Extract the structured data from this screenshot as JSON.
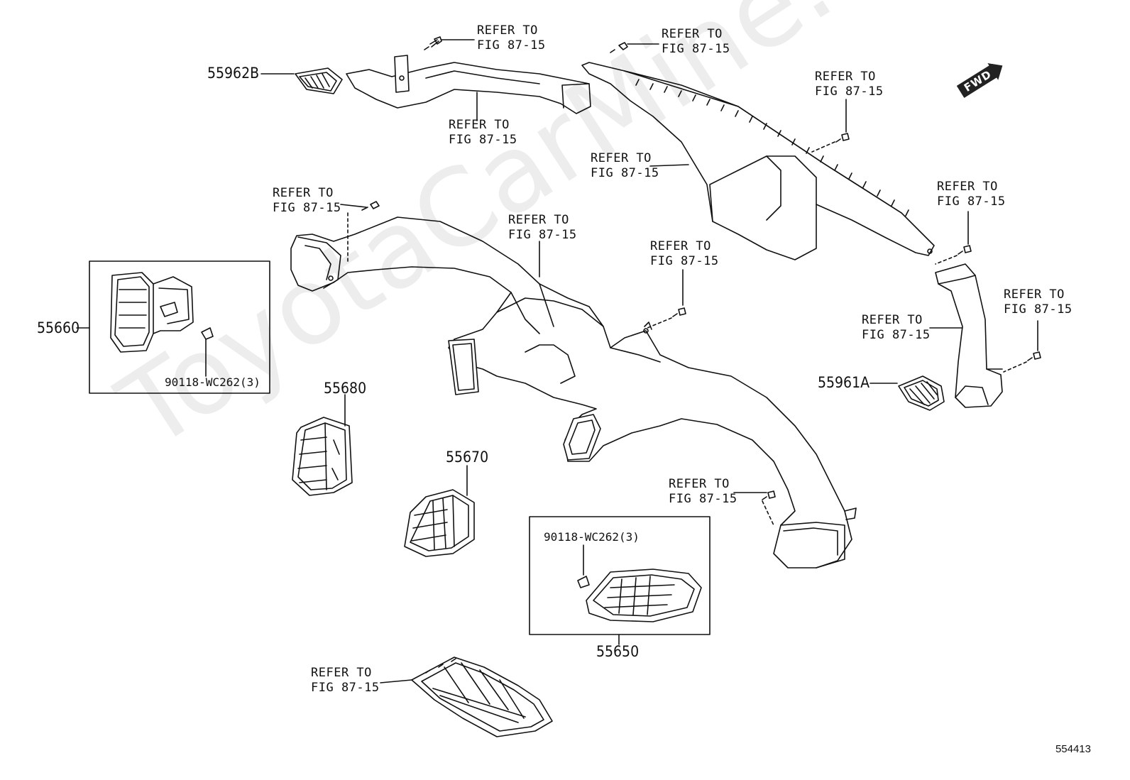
{
  "watermark": "ToyotaCarMine.ru",
  "diagram_id": "554413",
  "fwd_label": "FWD",
  "refer": {
    "line1": "REFER TO",
    "line2": "FIG 87-15"
  },
  "parts": {
    "p55962B": "55962B",
    "p55660": "55660",
    "p90118_a": "90118-WC262(3)",
    "p55680": "55680",
    "p55670": "55670",
    "p90118_b": "90118-WC262(3)",
    "p55650": "55650",
    "p55961A": "55961A"
  }
}
